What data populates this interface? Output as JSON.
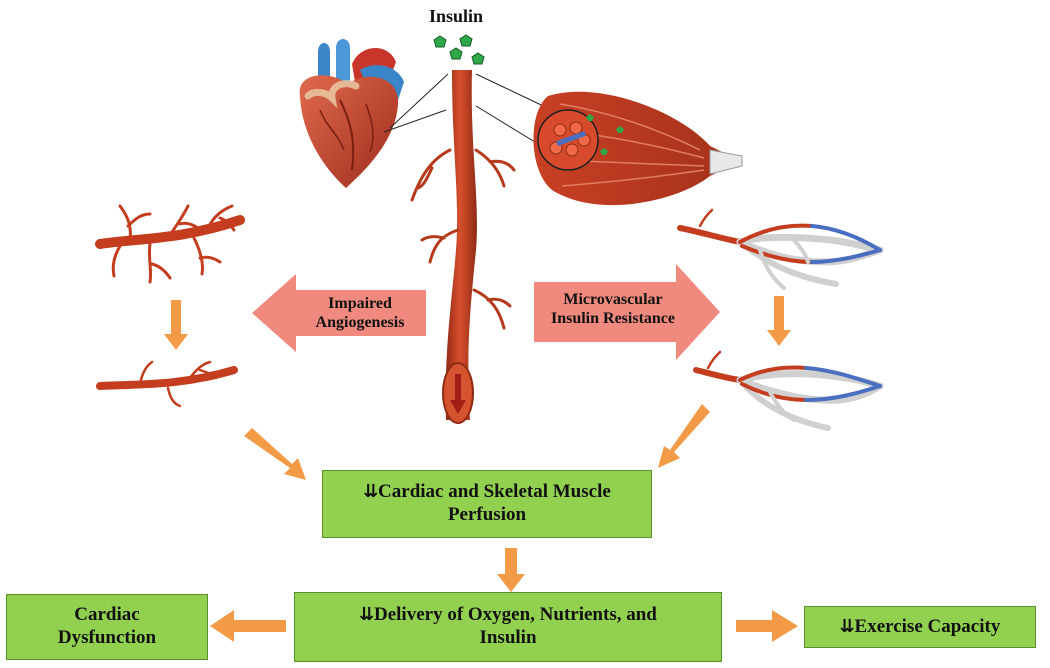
{
  "title": "Insulin",
  "colors": {
    "artery": "#c33d1e",
    "artery_dark": "#8f2a14",
    "pink_arrow": "#f08a7e",
    "orange_arrow": "#f29a46",
    "box_green": "#92d050",
    "vein_blue": "#4a6fc0",
    "capillary_white": "#e6e6e6",
    "insulin_green": "#2fa84a"
  },
  "icons": {
    "insulin": "pentagon-molecule",
    "heart": "heart-icon",
    "muscle": "muscle-icon"
  },
  "mechanisms": {
    "left": {
      "line1": "Impaired",
      "line2": "Angiogenesis"
    },
    "right": {
      "line1": "Microvascular",
      "line2": "Insulin Resistance"
    }
  },
  "boxes": {
    "perfusion": {
      "arrow": "⇊",
      "line1": "Cardiac and Skeletal Muscle",
      "line2": "Perfusion"
    },
    "delivery": {
      "arrow": "⇊",
      "line1": "Delivery of Oxygen, Nutrients, and",
      "line2": "Insulin"
    },
    "cardiac": {
      "line1": "Cardiac",
      "line2": "Dysfunction"
    },
    "exercise": {
      "arrow": "⇊",
      "text": "Exercise Capacity"
    }
  }
}
